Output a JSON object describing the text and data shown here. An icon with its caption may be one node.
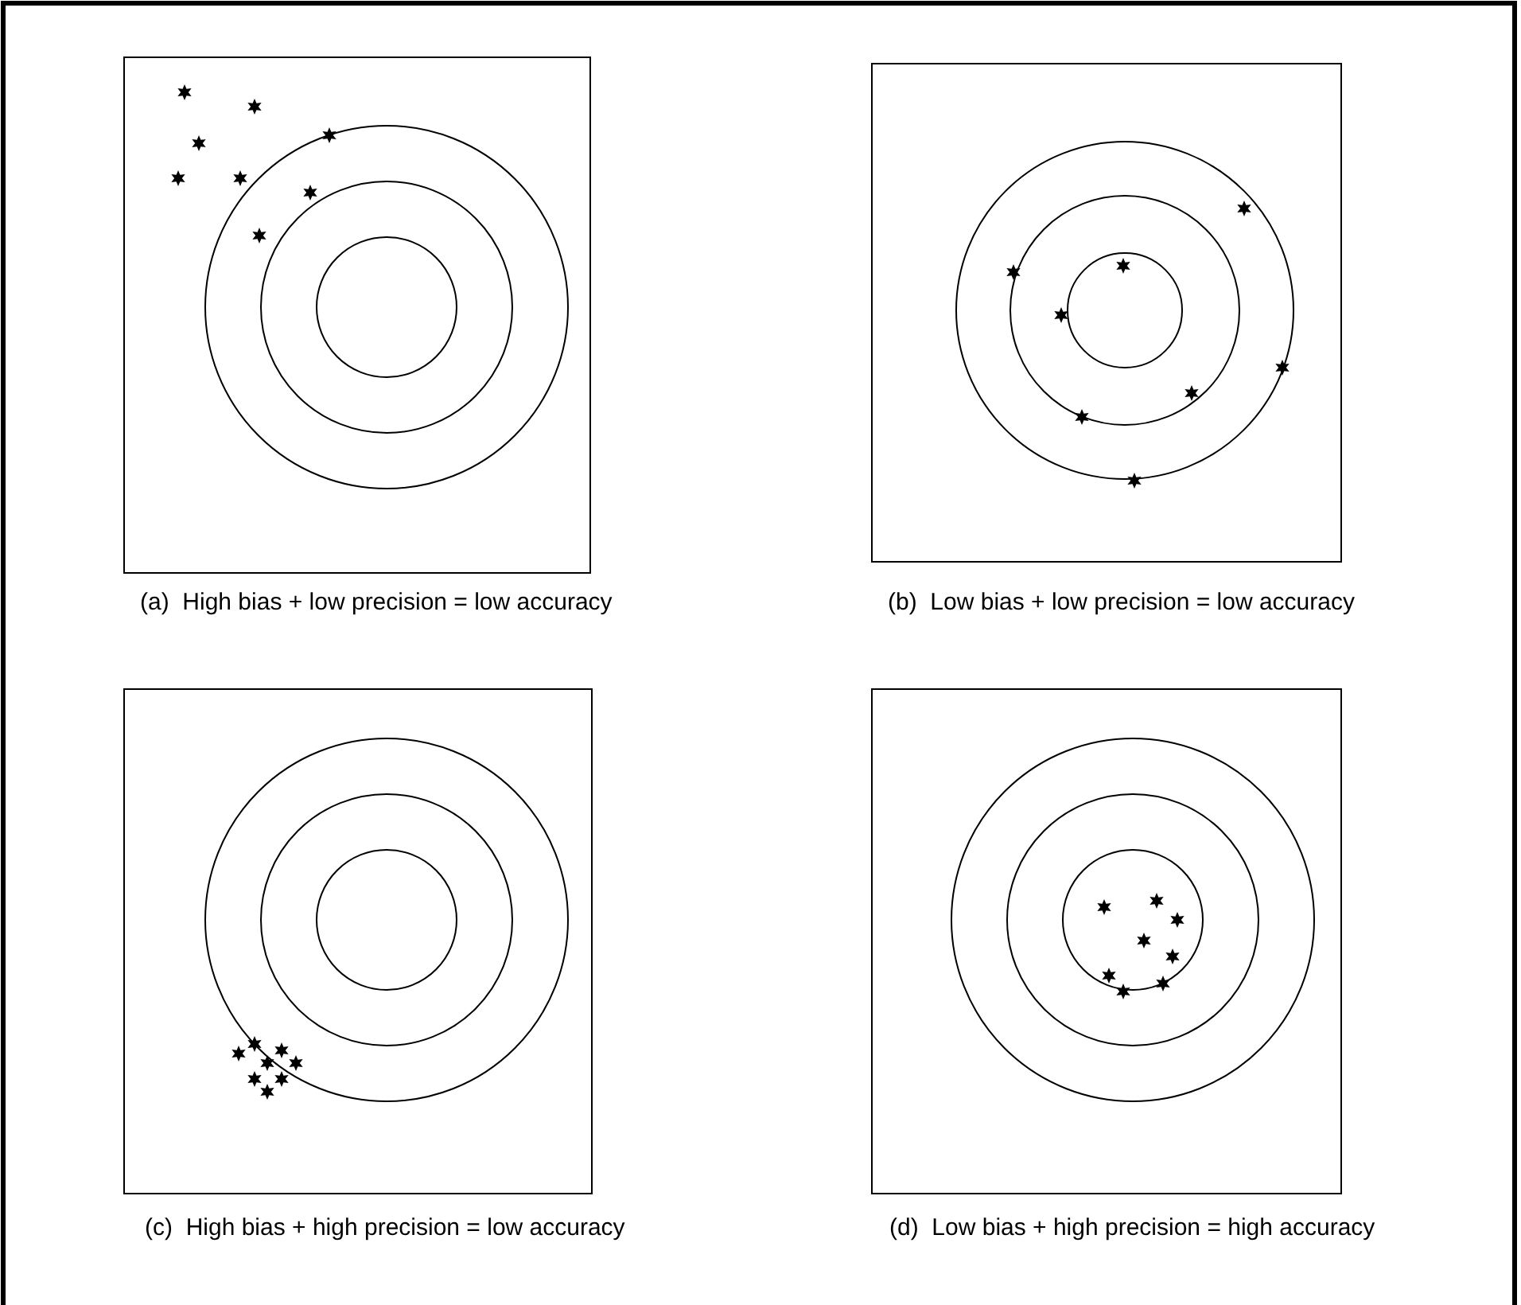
{
  "diagram": {
    "labels": [
      "(a)  High bias + low precision = low accuracy",
      "(b)  Low bias + low precision = low accuracy",
      "(c)  High bias + high precision = low accuracy",
      "(d)  Low bias + high precision = high accuracy"
    ]
  }
}
